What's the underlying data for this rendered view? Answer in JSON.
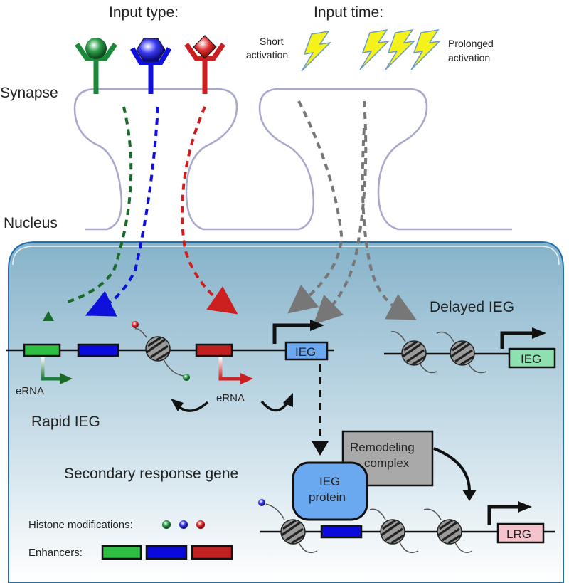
{
  "labels": {
    "input_type": "Input type:",
    "input_time": "Input time:",
    "short_activation_1": "Short",
    "short_activation_2": "activation",
    "prolonged_activation_1": "Prolonged",
    "prolonged_activation_2": "activation",
    "synapse": "Synapse",
    "nucleus": "Nucleus",
    "rapid_ieg": "Rapid IEG",
    "delayed_ieg": "Delayed IEG",
    "secondary_response_gene": "Secondary response gene",
    "erna_left": "eRNA",
    "erna_mid": "eRNA",
    "ieg_rapid": "IEG",
    "ieg_delayed": "IEG",
    "ieg_protein_1": "IEG",
    "ieg_protein_2": "protein",
    "remodeling_1": "Remodeling",
    "remodeling_2": "complex",
    "lrg": "LRG",
    "histone_modifications": "Histone modifications:",
    "enhancers": "Enhancers:"
  },
  "colors": {
    "green": "#1a8a3a",
    "blue": "#1010dd",
    "red": "#cc2020",
    "synapse_outline": "#a8a8cc",
    "nucleus_top": "#8ab6cc",
    "nucleus_bottom": "#ffffff",
    "nucleus_border": "#1f6fb0",
    "bolt": "#f5f21a",
    "gray_arrow": "#777777",
    "ieg_box": "#6aa8f0",
    "delayed_ieg_box": "#8fe0b0",
    "lrg_box": "#f4c4cc",
    "remodel_box": "#a8a8a8"
  },
  "icons": [
    "green-sphere-receptor-icon",
    "blue-hexagon-receptor-icon",
    "red-diamond-receptor-icon",
    "lightning-bolt-icon",
    "nucleosome-icon",
    "histone-mark-icon",
    "transcription-start-arrow-icon"
  ]
}
